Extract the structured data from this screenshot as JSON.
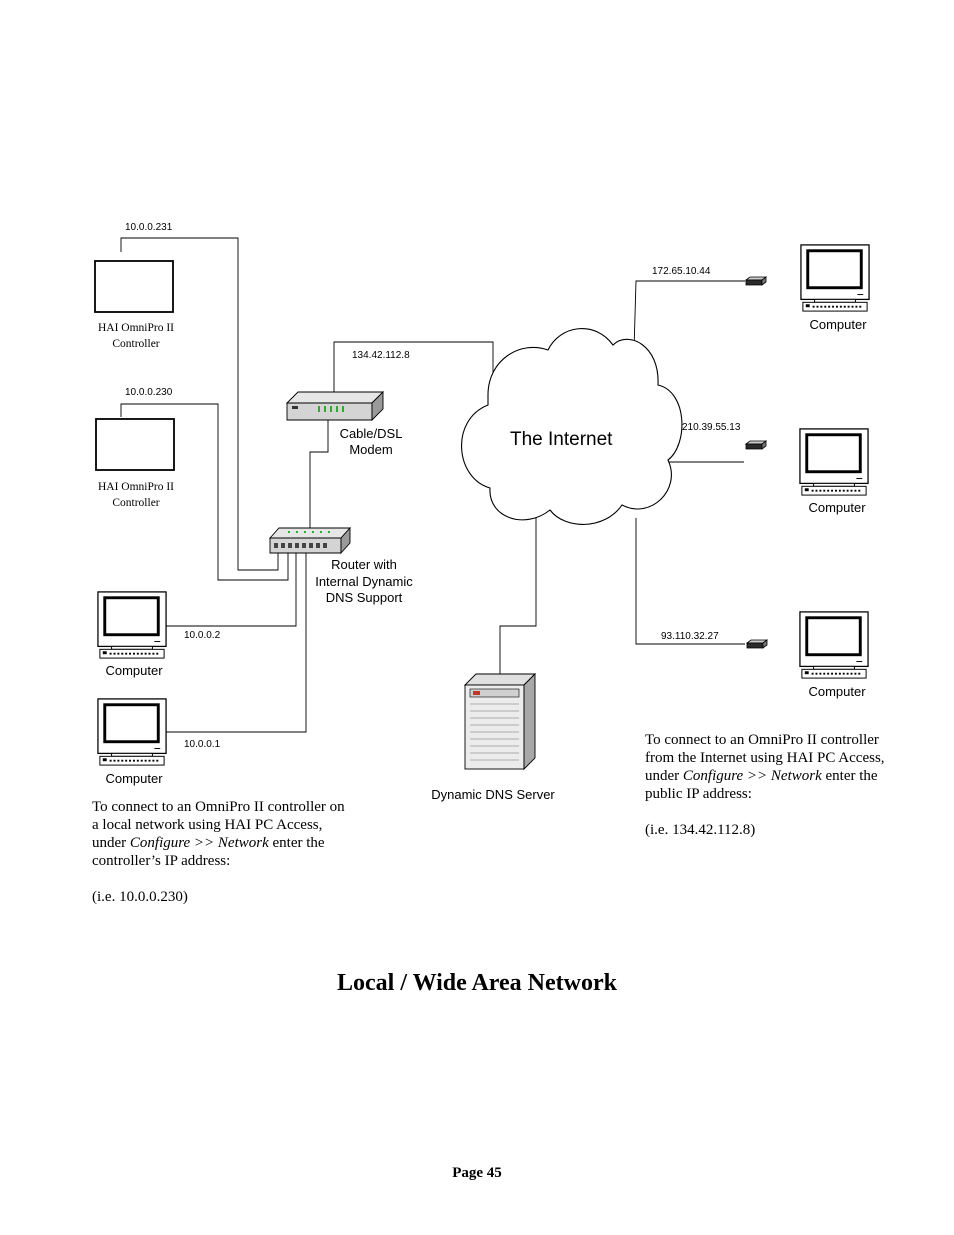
{
  "diagram": {
    "controllers": [
      {
        "ip": "10.0.0.231",
        "label_line1": "HAI OmniPro II",
        "label_line2": "Controller"
      },
      {
        "ip": "10.0.0.230",
        "label_line1": "HAI OmniPro II",
        "label_line2": "Controller"
      }
    ],
    "local_computers": [
      {
        "ip": "10.0.0.2",
        "label": "Computer"
      },
      {
        "ip": "10.0.0.1",
        "label": "Computer"
      }
    ],
    "modem": {
      "ip": "134.42.112.8",
      "label_line1": "Cable/DSL",
      "label_line2": "Modem"
    },
    "router": {
      "label_line1": "Router with",
      "label_line2": "Internal Dynamic",
      "label_line3": "DNS Support"
    },
    "cloud": {
      "label": "The Internet"
    },
    "dns_server": {
      "label": "Dynamic DNS Server"
    },
    "remote_computers": [
      {
        "ip": "172.65.10.44",
        "label": "Computer"
      },
      {
        "ip": "210.39.55.13",
        "label": "Computer"
      },
      {
        "ip": "93.110.32.27",
        "label": "Computer"
      }
    ]
  },
  "notes": {
    "local": {
      "line1": "To connect to an OmniPro II controller on",
      "line2": "a local network using HAI PC Access,",
      "under": "under ",
      "configure": "Configure >> Network",
      "enter": " enter the",
      "line4": "controller’s IP address:",
      "example": "(i.e. 10.0.0.230)"
    },
    "remote": {
      "line1": "To connect to an OmniPro II controller",
      "line2": "from the Internet using HAI PC Access,",
      "under": "under ",
      "configure": "Configure >> Network",
      "enter": " enter the",
      "line4": "public IP address:",
      "example": "(i.e. 134.42.112.8)"
    }
  },
  "heading": "Local / Wide Area Network",
  "page": "Page 45"
}
